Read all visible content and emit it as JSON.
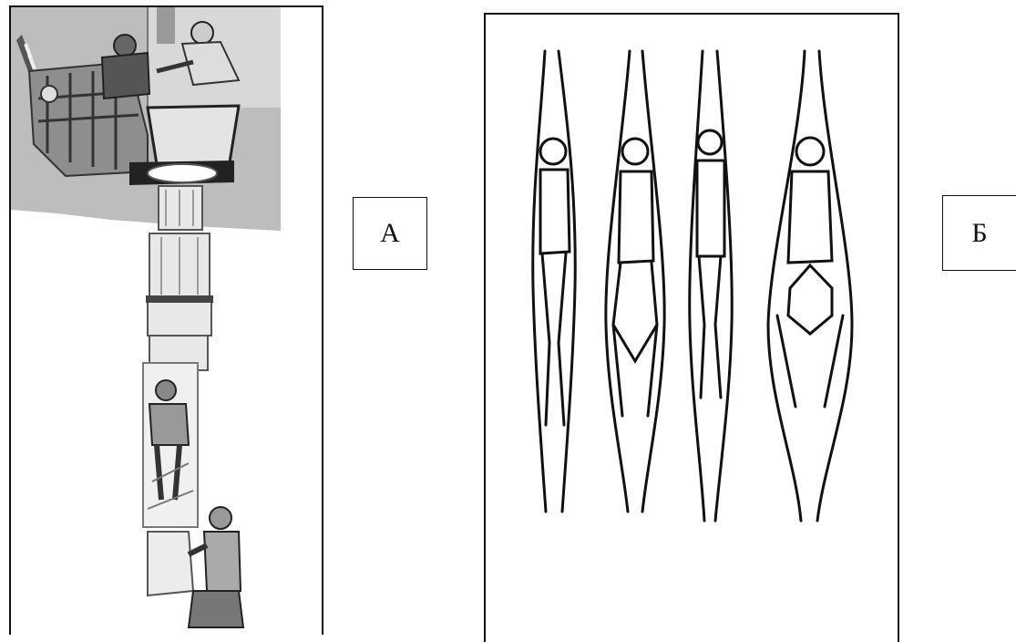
{
  "panels": [
    {
      "id": "a",
      "label": "А",
      "illustration": "rescue-sleeve-evacuation"
    },
    {
      "id": "b",
      "label": "Б",
      "illustration": "body-positions-in-sleeve"
    }
  ]
}
